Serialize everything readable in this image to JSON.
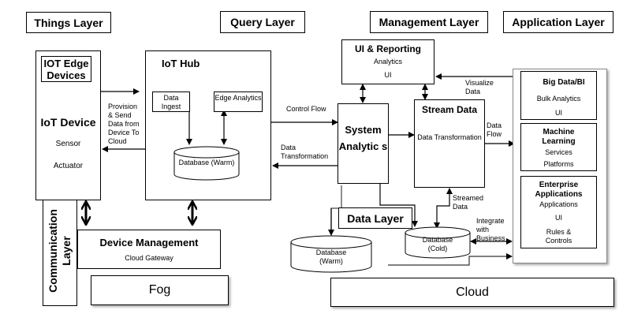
{
  "layers": {
    "things": "Things Layer",
    "query": "Query  Layer",
    "management": "Management Layer",
    "application": "Application Layer",
    "communication": "Communication Layer",
    "data": "Data  Layer"
  },
  "edge_devices": {
    "badge": "IOT Edge Devices",
    "title": "IoT Device",
    "items": [
      "Sensor",
      "Actuator"
    ]
  },
  "iot_hub": {
    "title": "IoT Hub",
    "data_ingest": "Data Ingest",
    "edge_analytics": "Edge Analytics",
    "database": "Database (Warm)"
  },
  "ui_reporting": {
    "title": "UI & Reporting",
    "items": [
      "Analytics",
      "UI"
    ]
  },
  "system_analytics": {
    "title": "System Analytic s"
  },
  "stream_data": {
    "title": "Stream Data",
    "subtitle": "Data Transformation"
  },
  "application": {
    "big_data": {
      "title": "Big Data/BI",
      "items": [
        "Bulk Analytics",
        "UI"
      ]
    },
    "machine_learning": {
      "title": "Machine Learning",
      "items": [
        "Services",
        "Platforms"
      ]
    },
    "enterprise": {
      "title": "Enterprise Applications",
      "items": [
        "Applications",
        "UI",
        "Rules & Controls"
      ]
    }
  },
  "device_management": {
    "title": "Device Management",
    "subtitle": "Cloud Gateway"
  },
  "fog": "Fog",
  "cloud": "Cloud",
  "databases": {
    "warm": "Database (Warm)",
    "cold": "Database (Cold)"
  },
  "flows": {
    "provision": "Provision & Send Data from Device To Cloud",
    "control_flow": "Control Flow",
    "data_transformation": "Data Transformation",
    "visualize_data": "Visualize Data",
    "data_flow": "Data Flow",
    "streamed_data": "Streamed Data",
    "integrate": "Integrate with Business"
  }
}
